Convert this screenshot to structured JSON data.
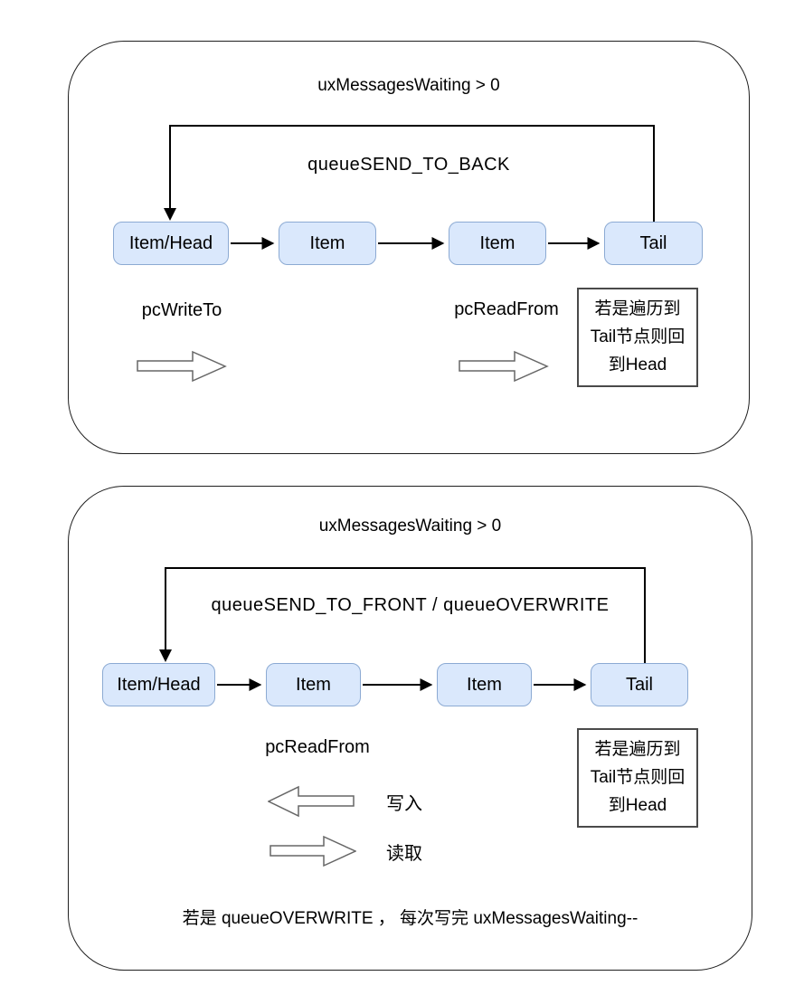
{
  "colors": {
    "node_fill": "#dae8fc",
    "node_border": "#8caad3",
    "panel_border": "#1f1f1f",
    "solid_arrow": "#000000",
    "hollow_arrow_stroke": "#666666",
    "note_border": "#4a4a4a"
  },
  "panels": [
    {
      "title": "uxMessagesWaiting > 0",
      "mode_label": "queueSEND_TO_BACK",
      "nodes": [
        "Item/Head",
        "Item",
        "Item",
        "Tail"
      ],
      "write_pointer": "pcWriteTo",
      "read_pointer": "pcReadFrom",
      "note_lines": [
        "若是遍历到",
        "Tail节点则回",
        "到Head"
      ]
    },
    {
      "title": "uxMessagesWaiting > 0",
      "mode_label": "queueSEND_TO_FRONT / queueOVERWRITE",
      "nodes": [
        "Item/Head",
        "Item",
        "Item",
        "Tail"
      ],
      "read_pointer": "pcReadFrom",
      "legend": [
        {
          "label": "写入"
        },
        {
          "label": "读取"
        }
      ],
      "note_lines": [
        "若是遍历到",
        "Tail节点则回",
        "到Head"
      ],
      "footnote": "若是 queueOVERWRITE ， 每次写完 uxMessagesWaiting--"
    }
  ]
}
